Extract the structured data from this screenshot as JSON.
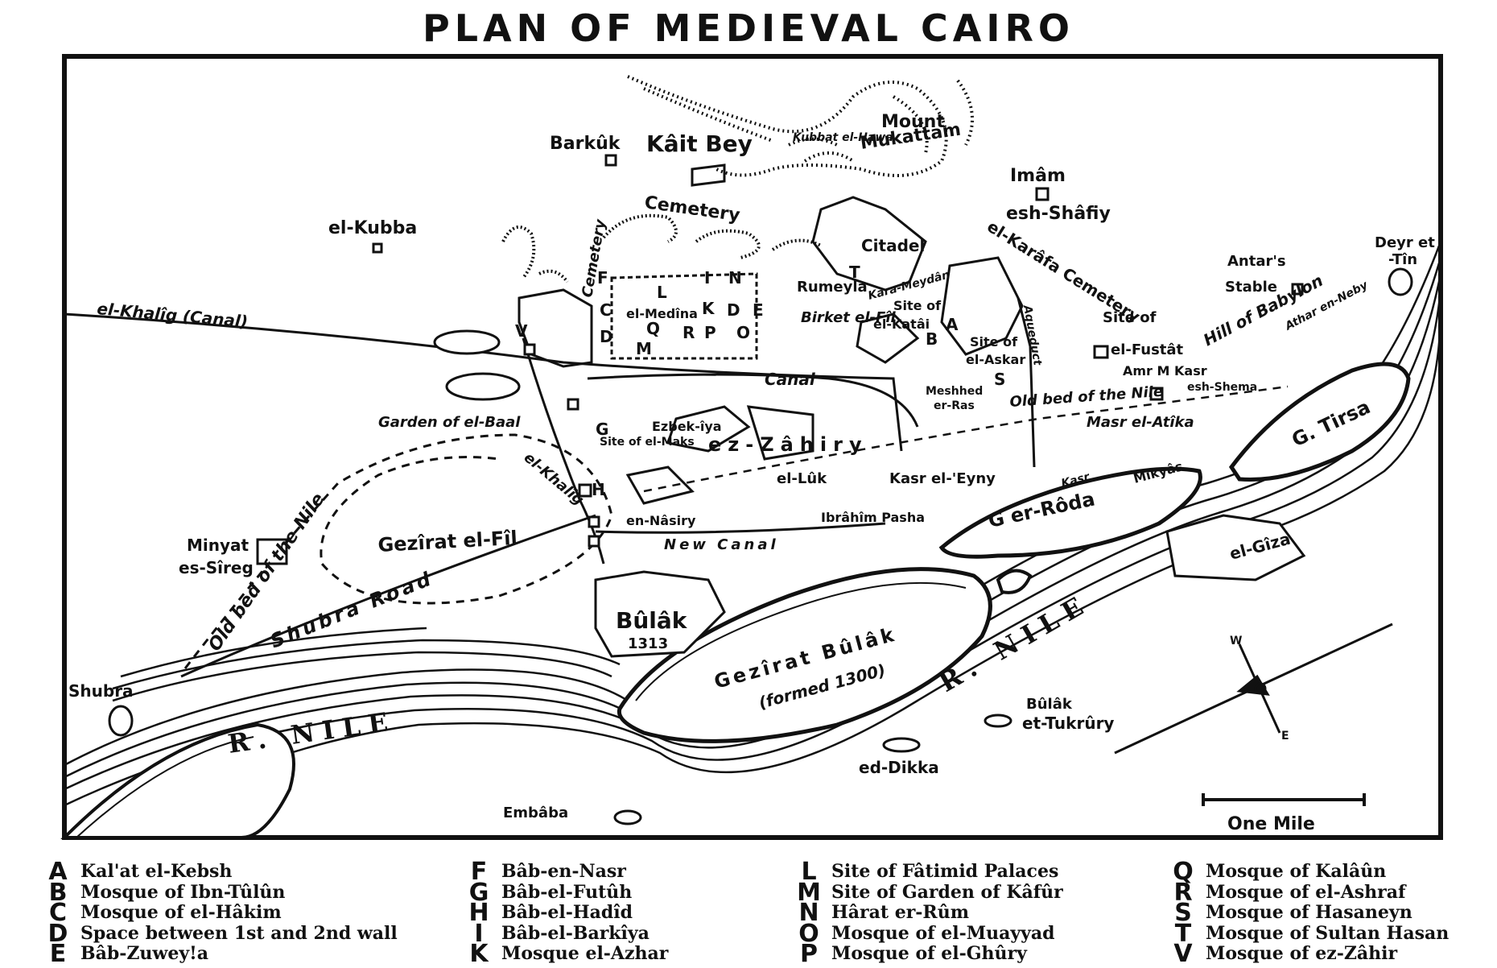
{
  "title": "PLAN OF MEDIEVAL CAIRO",
  "scale": {
    "label": "One Mile"
  },
  "labels": {
    "barkuk": "Barkûk",
    "kait_bey": "Kâit Bey",
    "cemetery": "Cemetery",
    "mount": "Mount",
    "mukattam": "Mukattam",
    "kubbat_hawa": "Kubbat el-Hawa",
    "imam": "Imâm",
    "esh_shafiy": "esh-Shâfiy",
    "el_kubba": "el-Kubba",
    "citadel": "Citadel",
    "karafa_cemetery": "el-Karâfa Cemetery",
    "deyr_et": "Deyr et",
    "tin": "-Tîn",
    "antars": "Antar's",
    "stable": "Stable",
    "hill_of_babylon": "Hill of Babylon",
    "athar_en_neby": "Athar en-Neby",
    "cemetery_vertical": "Cemetery",
    "el_khalig_canal": "el-Khalîg (Canal)",
    "el_medina": "el-Medîna",
    "rumeyla": "Rumeyla",
    "kara_meydan": "Kara-Meydân",
    "site_of_1": "Site of",
    "el_katai": "el-Katâi",
    "birket_el_fil": "Birket el-Fîl",
    "site_of_2": "Site of",
    "el_askar": "el-Askar",
    "site_of_3": "Site of",
    "el_fustat": "el-Fustât",
    "amr_kasr": "Amr M Kasr",
    "esh_shema": "esh-Shema",
    "canal": "Canal",
    "meshhed": "Meshhed",
    "er_ras": "er-Ras",
    "old_bed_of_the_nile_1": "Old bed of the Nile",
    "masr_atika": "Masr el-Atîka",
    "aqueduct": "Aqueduct",
    "g_tirsa": "G. Tirsa",
    "garden_of_el_baal": "Garden of el-Baal",
    "site_of_el_maks": "Site of el-Maks",
    "ezbekiya": "Ezbek-îya",
    "ez_zahiry": "ez-Zâhiry",
    "el_khalig": "el-Khalîg",
    "el_luk": "el-Lûk",
    "kasr_el_eyny": "Kasr el-'Eyny",
    "kasr": "Kasr",
    "mikyas": "Mikyâs",
    "g_er_roda": "G er-Rôda",
    "en_nasiry": "en-Nâsiry",
    "ibrahim_pasha": "Ibrâhîm Pasha",
    "new_canal": "New Canal",
    "el_giza": "el-Gîza",
    "minyat": "Minyat",
    "es_sireg": "es-Sîreg",
    "gezirat_el_fil": "Gezîrat el-Fîl",
    "old_bed_of_the_nile_2": "Old bed of the Nile",
    "shubra_road": "Shubra Road",
    "bulak": "Bûlâk",
    "bulak_year": "1313",
    "gezirat_bulak": "Gezîrat Bûlâk",
    "formed": "(formed 1300)",
    "r_nile_1": "R. NILE",
    "r_nile_2": "R. NILE",
    "shubra": "Shubra",
    "bulak_et_tukrury_1": "Bûlâk",
    "bulak_et_tukrury_2": "et-Tukrûry",
    "ed_dikka": "ed-Dikka",
    "embaba": "Embâba"
  },
  "map_letters": [
    "F",
    "C",
    "D",
    "V",
    "L",
    "I",
    "N",
    "E",
    "K",
    "D",
    "Q",
    "R",
    "P",
    "O",
    "M",
    "T",
    "G",
    "H",
    "B",
    "S",
    "A"
  ],
  "legend": [
    {
      "letter": "A",
      "name": "Kal'at el-Kebsh"
    },
    {
      "letter": "B",
      "name": "Mosque of Ibn-Tûlûn"
    },
    {
      "letter": "C",
      "name": "Mosque of el-Hâkim"
    },
    {
      "letter": "D",
      "name": "Space between 1st and 2nd wall"
    },
    {
      "letter": "E",
      "name": "Bâb-Zuwey!a"
    },
    {
      "letter": "F",
      "name": "Bâb-en-Nasr"
    },
    {
      "letter": "G",
      "name": "Bâb-el-Futûh"
    },
    {
      "letter": "H",
      "name": "Bâb-el-Hadîd"
    },
    {
      "letter": "I",
      "name": "Bâb-el-Barkîya"
    },
    {
      "letter": "K",
      "name": "Mosque el-Azhar"
    },
    {
      "letter": "L",
      "name": "Site of Fâtimid Palaces"
    },
    {
      "letter": "M",
      "name": "Site of Garden of Kâfûr"
    },
    {
      "letter": "N",
      "name": "Hârat er-Rûm"
    },
    {
      "letter": "O",
      "name": "Mosque of el-Muayyad"
    },
    {
      "letter": "P",
      "name": "Mosque of el-Ghûry"
    },
    {
      "letter": "Q",
      "name": "Mosque of Kalâûn"
    },
    {
      "letter": "R",
      "name": "Mosque of el-Ashraf"
    },
    {
      "letter": "S",
      "name": "Mosque of Hasaneyn"
    },
    {
      "letter": "T",
      "name": "Mosque of Sultan Hasan"
    },
    {
      "letter": "V",
      "name": "Mosque of ez-Zâhir"
    }
  ]
}
